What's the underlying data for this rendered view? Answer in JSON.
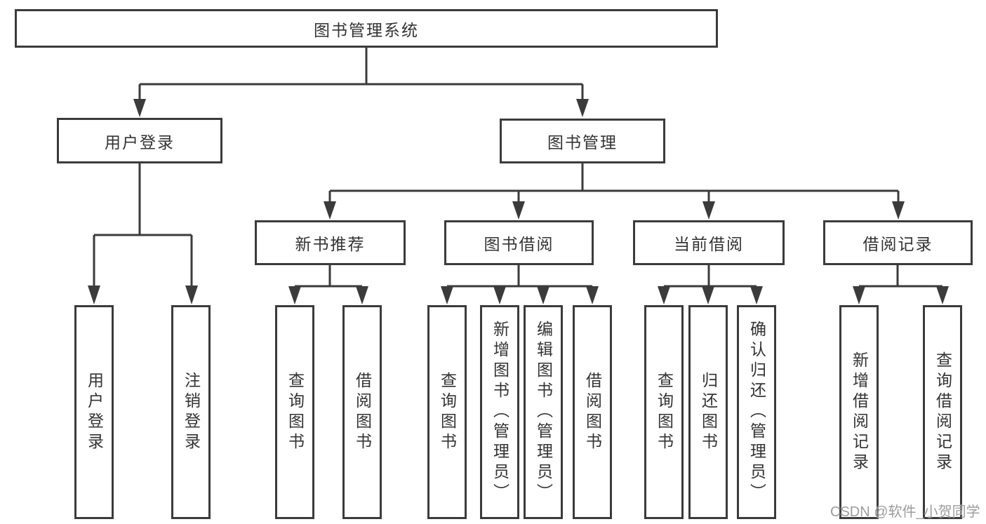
{
  "tree": {
    "root": {
      "label": "图书管理系统"
    },
    "user_login": {
      "label": "用户登录",
      "children": [
        {
          "label": "用户登录"
        },
        {
          "label": "注销登录"
        }
      ]
    },
    "book_mgmt": {
      "label": "图书管理",
      "sections": [
        {
          "label": "新书推荐",
          "children": [
            {
              "label": "查询图书"
            },
            {
              "label": "借阅图书"
            }
          ]
        },
        {
          "label": "图书借阅",
          "children": [
            {
              "label": "查询图书"
            },
            {
              "label": "新增图书（管理员）"
            },
            {
              "label": "编辑图书（管理员）"
            },
            {
              "label": "借阅图书"
            }
          ]
        },
        {
          "label": "当前借阅",
          "children": [
            {
              "label": "查询图书"
            },
            {
              "label": "归还图书"
            },
            {
              "label": "确认归还（管理员）"
            }
          ]
        },
        {
          "label": "借阅记录",
          "children": [
            {
              "label": "新增借阅记录"
            },
            {
              "label": "查询借阅记录"
            }
          ]
        }
      ]
    }
  },
  "watermark": {
    "text": "CSDN @软件_小贺同学"
  },
  "colors": {
    "line": "#3b3b3b",
    "text": "#333333",
    "watermark": "#9c9c9c",
    "background": "#ffffff"
  }
}
